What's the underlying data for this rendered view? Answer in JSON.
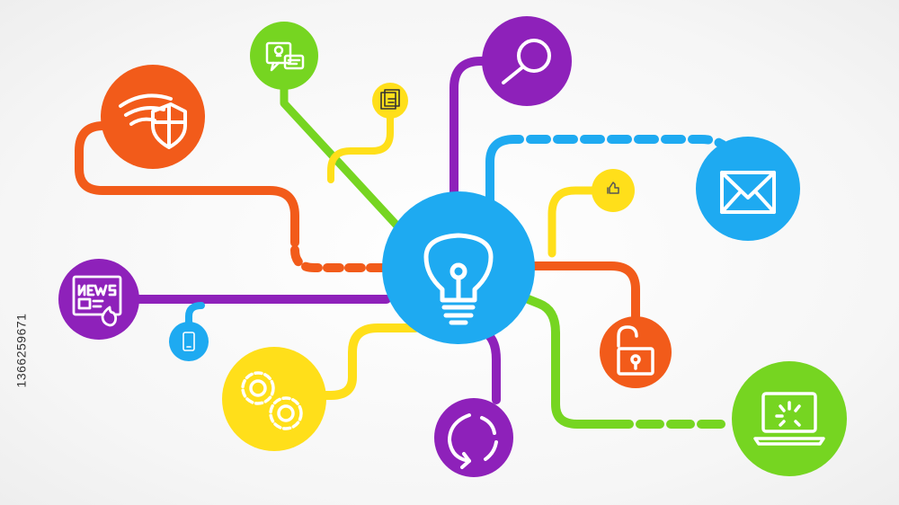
{
  "watermark": {
    "id_text": "1366259671"
  },
  "palette": {
    "blue": "#1eaaf1",
    "green": "#76d521",
    "purple": "#8e21ba",
    "orange": "#f25b1a",
    "yellow": "#ffdf1a",
    "icon_stroke": "#ffffff",
    "background": "#f5f5f5"
  },
  "diagram": {
    "hub": {
      "icon": "lightbulb-icon",
      "color": "blue"
    },
    "nodes": [
      {
        "icon": "shield-wifi-icon",
        "color": "orange"
      },
      {
        "icon": "idea-chat-icon",
        "color": "green"
      },
      {
        "icon": "folder-profile-icon",
        "color": "yellow"
      },
      {
        "icon": "magnifier-icon",
        "color": "purple"
      },
      {
        "icon": "mail-icon",
        "color": "blue"
      },
      {
        "icon": "thumbs-up-icon",
        "color": "yellow"
      },
      {
        "icon": "padlock-icon",
        "color": "orange"
      },
      {
        "icon": "laptop-loading-icon",
        "color": "green"
      },
      {
        "icon": "refresh-icon",
        "color": "purple"
      },
      {
        "icon": "gears-icon",
        "color": "yellow"
      },
      {
        "icon": "phone-icon",
        "color": "blue"
      },
      {
        "icon": "newspaper-fire-icon",
        "color": "purple"
      }
    ]
  }
}
